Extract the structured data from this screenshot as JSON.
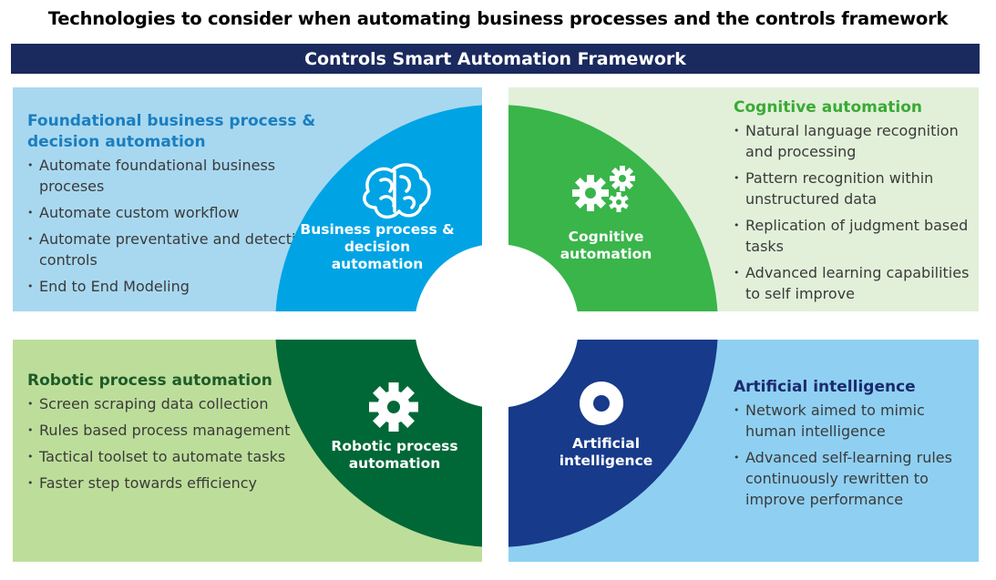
{
  "title": "Technologies to consider when automating business processes and the controls framework",
  "banner": "Controls Smart Automation Framework",
  "colors": {
    "banner": "#1b2a5e",
    "quadrant_business": "#00a4e4",
    "quadrant_cognitive": "#39b54a",
    "quadrant_robotic": "#006837",
    "quadrant_ai": "#173a8a"
  },
  "panels": {
    "top_left": {
      "heading": "Foundational business process & decision automation",
      "items": [
        "Automate foundational business proceses",
        "Automate custom workflow",
        "Automate preventative and detective controls",
        "End to End Modeling"
      ]
    },
    "top_right": {
      "heading": "Cognitive automation",
      "items": [
        "Natural language recognition and processing",
        "Pattern recognition within unstructured data",
        "Replication of judgment based tasks",
        "Advanced learning capabilities to self improve"
      ]
    },
    "bottom_left": {
      "heading": "Robotic process automation",
      "items": [
        "Screen scraping data collection",
        "Rules based process management",
        "Tactical toolset to automate tasks",
        "Faster step towards efficiency"
      ]
    },
    "bottom_right": {
      "heading": "Artificial intelligence",
      "items": [
        "Network aimed to mimic human intelligence",
        "Advanced self-learning rules continuously rewritten to improve performance"
      ]
    }
  },
  "quadrants": {
    "top_left": {
      "label": "Business process & decision automation",
      "icon": "brain-icon"
    },
    "top_right": {
      "label": "Cognitive automation",
      "icon": "gears-icon"
    },
    "bottom_left": {
      "label": "Robotic process automation",
      "icon": "gear-icon"
    },
    "bottom_right": {
      "label": "Artificial intelligence",
      "icon": "ring-icon"
    }
  }
}
